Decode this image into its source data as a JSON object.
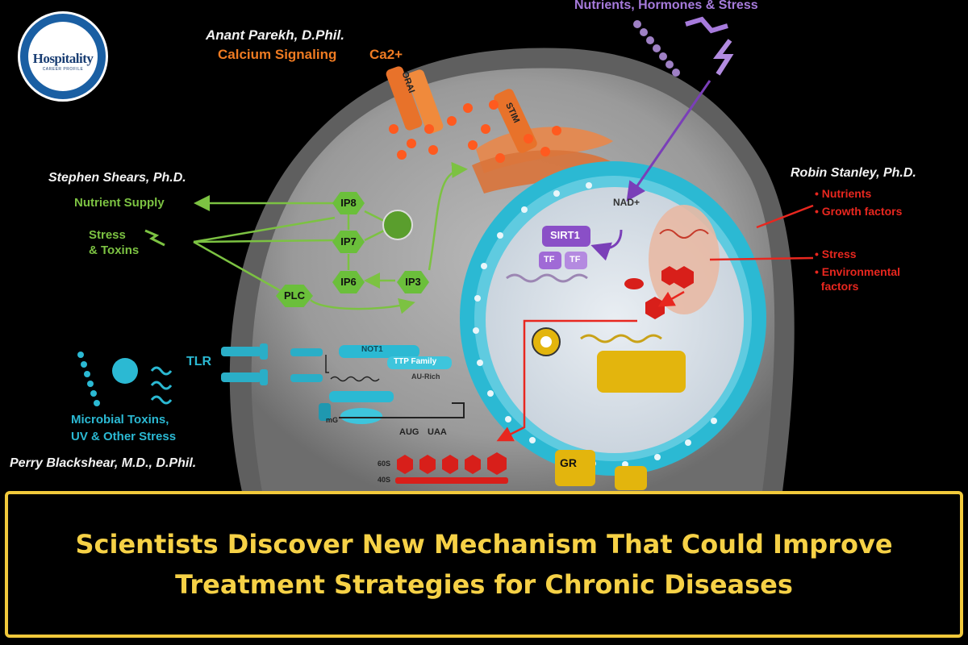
{
  "logo": {
    "text": "Hospitality",
    "subtext": "CAREER PROFILE"
  },
  "researchers": {
    "parekh": {
      "name": "Anant Parekh, D.Phil.",
      "topic": "Calcium Signaling",
      "ion": "Ca2+"
    },
    "shears": {
      "name": "Stephen Shears, Ph.D.",
      "items": [
        "Nutrient Supply",
        "Stress",
        "& Toxins"
      ]
    },
    "stanley": {
      "name": "Robin Stanley, Ph.D.",
      "items": [
        "• Nutrients",
        "• Growth factors",
        "• Stress",
        "• Environmental",
        "  factors"
      ]
    },
    "blackshear": {
      "name": "Perry Blackshear, M.D., D.Phil.",
      "items": [
        "Microbial Toxins,",
        "UV & Other Stress"
      ]
    }
  },
  "top_label": "Nutrients, Hormones & Stress",
  "molecules": {
    "ip8": "IP8",
    "ip7": "IP7",
    "ip6": "IP6",
    "ip3": "IP3",
    "plc": "PLC",
    "orai": "ORAI",
    "stim": "STIM",
    "sirt1": "SIRT1",
    "tf": "TF",
    "nad": "NAD+",
    "tlr": "TLR",
    "not1": "NOT1",
    "ttp": "TTP Family",
    "au": "AU-Rich",
    "aug": "AUG",
    "uaa": "UAA",
    "mg": "mG",
    "s60": "60S",
    "s40": "40S",
    "gr": "GR"
  },
  "headline": "Scientists Discover New Mechanism That Could Improve Treatment Strategies for Chronic Diseases",
  "colors": {
    "banner_border": "#f1c93b",
    "headline": "#f6d146",
    "green": "#7cc242",
    "red": "#e8271f",
    "cyan": "#2bb9d3",
    "orange": "#ef7b22",
    "purple": "#8a4fc7"
  }
}
